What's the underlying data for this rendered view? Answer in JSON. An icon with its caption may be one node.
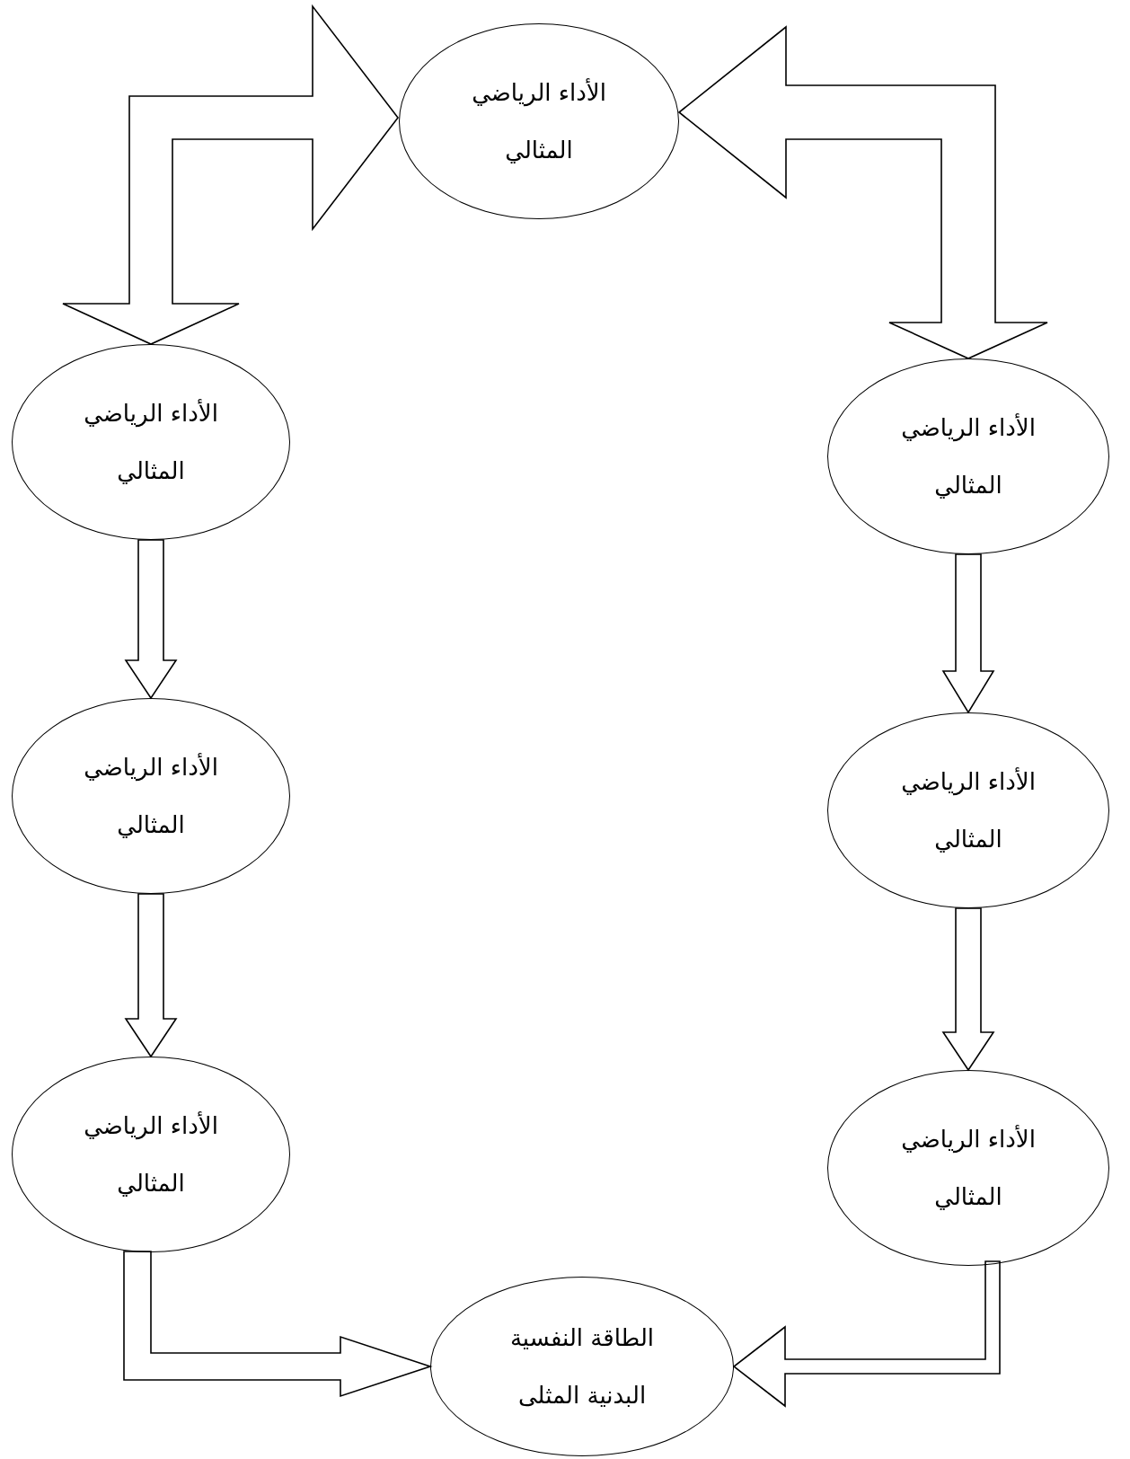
{
  "diagram": {
    "nodes": [
      {
        "text": [
          "الأداء الرياضي المثالي"
        ]
      },
      {
        "text": [
          "الأداء الرياضي المثالي"
        ]
      },
      {
        "text": [
          "الأداء الرياضي المثالي"
        ]
      },
      {
        "text": [
          "الأداء الرياضي المثالي"
        ]
      },
      {
        "text": [
          "الأداء الرياضي المثالي"
        ]
      },
      {
        "text": [
          "الأداء الرياضي المثالي"
        ]
      },
      {
        "text": [
          "الأداء الرياضي المثالي"
        ]
      },
      {
        "text": [
          "الطاقة النفسية البدنية المثلى"
        ]
      }
    ],
    "edges": [
      {
        "from": 1,
        "to": 0,
        "arrow": "both"
      },
      {
        "from": 2,
        "to": 0,
        "arrow": "both"
      },
      {
        "from": 1,
        "to": 3,
        "arrow": "to"
      },
      {
        "from": 2,
        "to": 4,
        "arrow": "to"
      },
      {
        "from": 3,
        "to": 5,
        "arrow": "to"
      },
      {
        "from": 4,
        "to": 6,
        "arrow": "to"
      },
      {
        "from": 5,
        "to": 7,
        "arrow": "to"
      },
      {
        "from": 6,
        "to": 7,
        "arrow": "to"
      }
    ]
  }
}
